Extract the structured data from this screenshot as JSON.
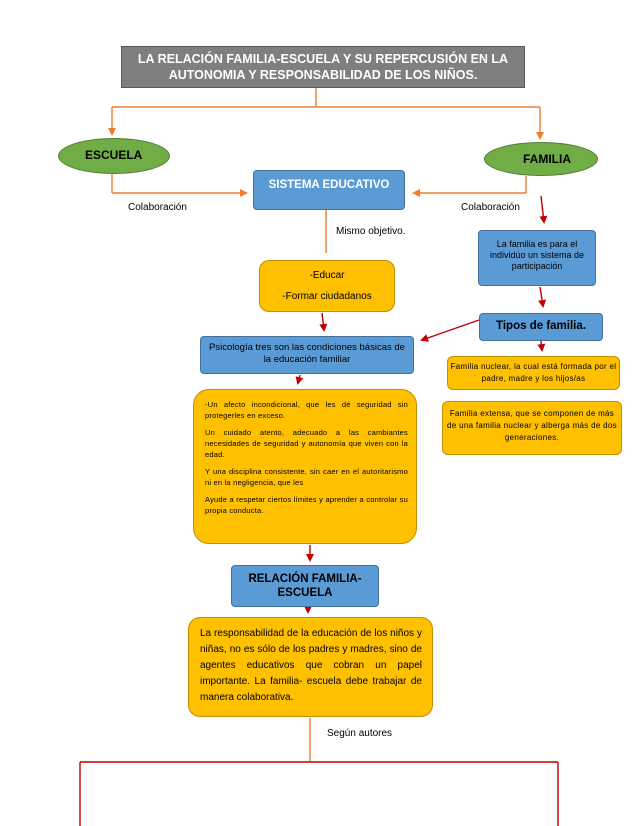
{
  "title": "LA RELACIÓN FAMILIA-ESCUELA Y SU REPERCUSIÓN EN LA AUTONOMIA Y RESPONSABILIDAD DE LOS NIÑOS.",
  "escuela": "ESCUELA",
  "familia": "FAMILIA",
  "sistema_educativo": "SISTEMA EDUCATIVO",
  "colaboracion_left": "Colaboración",
  "colaboracion_right": "Colaboración",
  "mismo_objetivo": "Mismo objetivo.",
  "la_familia": "La familia es para el individúo un sistema de participación",
  "educar": "-Educar",
  "formar": "-Formar ciudadanos",
  "tipos_familia": "Tipos de familia.",
  "psicologia": "Psicología tres son las condiciones básicas de la educación familiar",
  "familia_nuclear": "Familia nuclear, la cual está formada por el padre, madre y los hijos/as",
  "familia_extensa": "Familia extensa, que se componen de más de una familia nuclear y alberga más de dos generaciones.",
  "condiciones": [
    "-Un afecto incondicional, que les dé seguridad sin protegerles en exceso.",
    "Un cuidado atento, adecuado a las cambiantes necesidades de seguridad y autonomía que viven con la edad.",
    "Y una disciplina consistente, sin caer en el autoritarismo ni en la negligencia, que les",
    "Ayude a respetar ciertos límites y aprender a controlar su propia conducta."
  ],
  "relacion": "RELACIÓN FAMILIA-ESCUELA",
  "responsabilidad": "La responsabilidad de la educación de los niños y niñas, no es sólo de los padres y madres, sino de agentes educativos que cobran un papel importante. La familia- escuela debe trabajar de manera colaborativa.",
  "segun_autores": "Según autores",
  "colors": {
    "gray": "#7f7f7f",
    "green": "#70ad47",
    "blue": "#5b9bd5",
    "orange": "#ffc000",
    "connector_orange": "#ed7d31",
    "connector_red": "#c00000"
  }
}
